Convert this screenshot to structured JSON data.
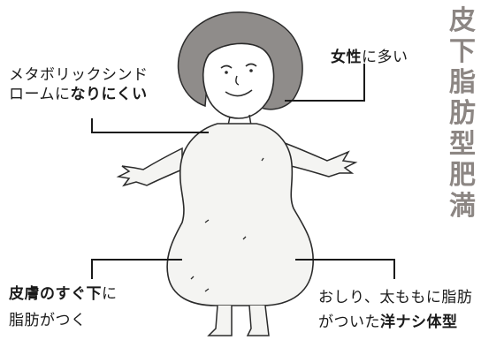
{
  "title": [
    "皮",
    "下",
    "脂",
    "肪",
    "型",
    "肥",
    "満"
  ],
  "labels": {
    "female": {
      "bold": "女性",
      "rest": "に多い"
    },
    "metabolic": {
      "line1": "メタボリックシンド",
      "line2_a": "ローム",
      "line2_b": "に",
      "line2_bold": "なりにくい"
    },
    "under_skin": {
      "bold": "皮膚のすぐ下",
      "rest": "に",
      "line2": "脂肪がつく"
    },
    "pear": {
      "line1": "おしり、太ももに脂肪",
      "line2_a": "がついた",
      "line2_bold": "洋ナシ体型"
    }
  },
  "colors": {
    "title": "#8c8683",
    "hair": "#8f8c8a",
    "outline": "#2b2b2b",
    "body_fill": "#f4f4f2"
  }
}
